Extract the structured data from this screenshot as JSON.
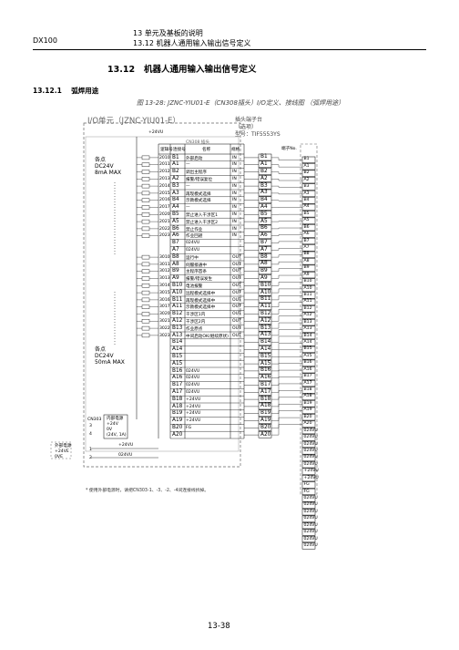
{
  "header": {
    "left": "DX100",
    "right_line1": "13 单元及基板的说明",
    "right_line2": "13.12 机器人通用输入输出信号定义"
  },
  "section": {
    "number": "13.12",
    "title": "机器人通用输入输出信号定义"
  },
  "subsection": {
    "number": "13.12.1",
    "title": "弧焊用途"
  },
  "figure_caption": "图 13-28: JZNC-YIU01-E（CN308插头）I/O定义、接线图 （弧焊用途）",
  "io_unit": {
    "title": "I/O单元（JZNC-YIU01-E）",
    "voltage": "+24VU",
    "connector_label": "CN308 插头",
    "col_headers": [
      "逻辑号",
      "连接号",
      "名称",
      "规格"
    ],
    "input_desc": [
      "各点",
      "DC24V",
      "8mA  MAX"
    ],
    "output_desc": [
      "各点",
      "DC24V",
      "50mA  MAX"
    ],
    "cn303": {
      "label": "CN303",
      "pins": [
        "3",
        "4",
        "1",
        "2"
      ],
      "supply_box": [
        "内部电源",
        "+24V",
        "0V",
        "(24V, 1A)"
      ],
      "plus_label": "+24VU",
      "zero_label": "024VU"
    },
    "external": [
      "外部电源",
      "+24VE",
      "0VE"
    ]
  },
  "rows": [
    {
      "logic": "2010",
      "pin": "B1",
      "name": "外部启动",
      "spec": "IN"
    },
    {
      "logic": "2011",
      "pin": "A1",
      "name": "—",
      "spec": "IN"
    },
    {
      "logic": "2012",
      "pin": "B2",
      "name": "调出主程序",
      "spec": "IN"
    },
    {
      "logic": "2013",
      "pin": "A2",
      "name": "报警/错误复位",
      "spec": "IN"
    },
    {
      "logic": "2014",
      "pin": "B3",
      "name": "—",
      "spec": "IN"
    },
    {
      "logic": "2015",
      "pin": "A3",
      "name": "再现模式选择",
      "spec": "IN"
    },
    {
      "logic": "2016",
      "pin": "B4",
      "name": "示教模式选择",
      "spec": "IN"
    },
    {
      "logic": "2017",
      "pin": "A4",
      "name": "—",
      "spec": "IN"
    },
    {
      "logic": "2020",
      "pin": "B5",
      "name": "禁止进入干涉区1",
      "spec": "IN"
    },
    {
      "logic": "2021",
      "pin": "A5",
      "name": "禁止进入干涉区2",
      "spec": "IN"
    },
    {
      "logic": "2022",
      "pin": "B6",
      "name": "禁止作业",
      "spec": "IN"
    },
    {
      "logic": "2023",
      "pin": "A6",
      "name": "作业回避",
      "spec": "IN"
    },
    {
      "logic": "",
      "pin": "B7",
      "name": "024VU",
      "spec": ""
    },
    {
      "logic": "",
      "pin": "A7",
      "name": "024VU",
      "spec": ""
    },
    {
      "logic": "3010",
      "pin": "B8",
      "name": "运行中",
      "spec": "OUT"
    },
    {
      "logic": "3011",
      "pin": "A8",
      "name": "伺服接通中",
      "spec": "OUT"
    },
    {
      "logic": "3012",
      "pin": "B9",
      "name": "主程序首条",
      "spec": "OUT"
    },
    {
      "logic": "3013",
      "pin": "A9",
      "name": "报警/错误发生",
      "spec": "OUT"
    },
    {
      "logic": "3014",
      "pin": "B10",
      "name": "电池报警",
      "spec": "OUT"
    },
    {
      "logic": "3015",
      "pin": "A10",
      "name": "远程模式选择中",
      "spec": "OUT"
    },
    {
      "logic": "3016",
      "pin": "B11",
      "name": "再现模式选择中",
      "spec": "OUT"
    },
    {
      "logic": "3017",
      "pin": "A11",
      "name": "示教模式选择中",
      "spec": "OUT"
    },
    {
      "logic": "3020",
      "pin": "B12",
      "name": "干涉区1内",
      "spec": "OUT"
    },
    {
      "logic": "3021",
      "pin": "A12",
      "name": "干涉区2内",
      "spec": "OUT"
    },
    {
      "logic": "3022",
      "pin": "B13",
      "name": "作业原点",
      "spec": "OUT"
    },
    {
      "logic": "3023",
      "pin": "A13",
      "name": "中间启动OK(继续原状)",
      "spec": "OUT"
    },
    {
      "logic": "",
      "pin": "B14",
      "name": "",
      "spec": ""
    },
    {
      "logic": "",
      "pin": "A14",
      "name": "",
      "spec": ""
    },
    {
      "logic": "",
      "pin": "B15",
      "name": "",
      "spec": ""
    },
    {
      "logic": "",
      "pin": "A15",
      "name": "",
      "spec": ""
    },
    {
      "logic": "",
      "pin": "B16",
      "name": "024VU",
      "spec": ""
    },
    {
      "logic": "",
      "pin": "A16",
      "name": "024VU",
      "spec": ""
    },
    {
      "logic": "",
      "pin": "B17",
      "name": "024VU",
      "spec": ""
    },
    {
      "logic": "",
      "pin": "A17",
      "name": "024VU",
      "spec": ""
    },
    {
      "logic": "",
      "pin": "B18",
      "name": "+24VU",
      "spec": ""
    },
    {
      "logic": "",
      "pin": "A18",
      "name": "+24VU",
      "spec": ""
    },
    {
      "logic": "",
      "pin": "B19",
      "name": "+24VU",
      "spec": ""
    },
    {
      "logic": "",
      "pin": "A19",
      "name": "+24VU",
      "spec": ""
    },
    {
      "logic": "",
      "pin": "B20",
      "name": "FG",
      "spec": ""
    },
    {
      "logic": "",
      "pin": "A20",
      "name": "",
      "spec": ""
    }
  ],
  "terminal": {
    "title_line1": "插头端子台",
    "title_line2": "（选项）",
    "model": "型号：TIF5553YS",
    "header": "端子No.",
    "extra_pins": [
      "024VU",
      "024VU",
      "024VU",
      "024VU",
      "024VU",
      "024VU",
      "+24VU",
      "+24VU",
      "FG",
      "FG",
      "024VU",
      "024VU",
      "024VU",
      "024VU",
      "024VU",
      "024VU",
      "024VU",
      "024VU"
    ]
  },
  "note": "* 使用外部电源时，请把CN303-1、-3、-2、-4间连接线拆掉。",
  "page_number": "13-38"
}
